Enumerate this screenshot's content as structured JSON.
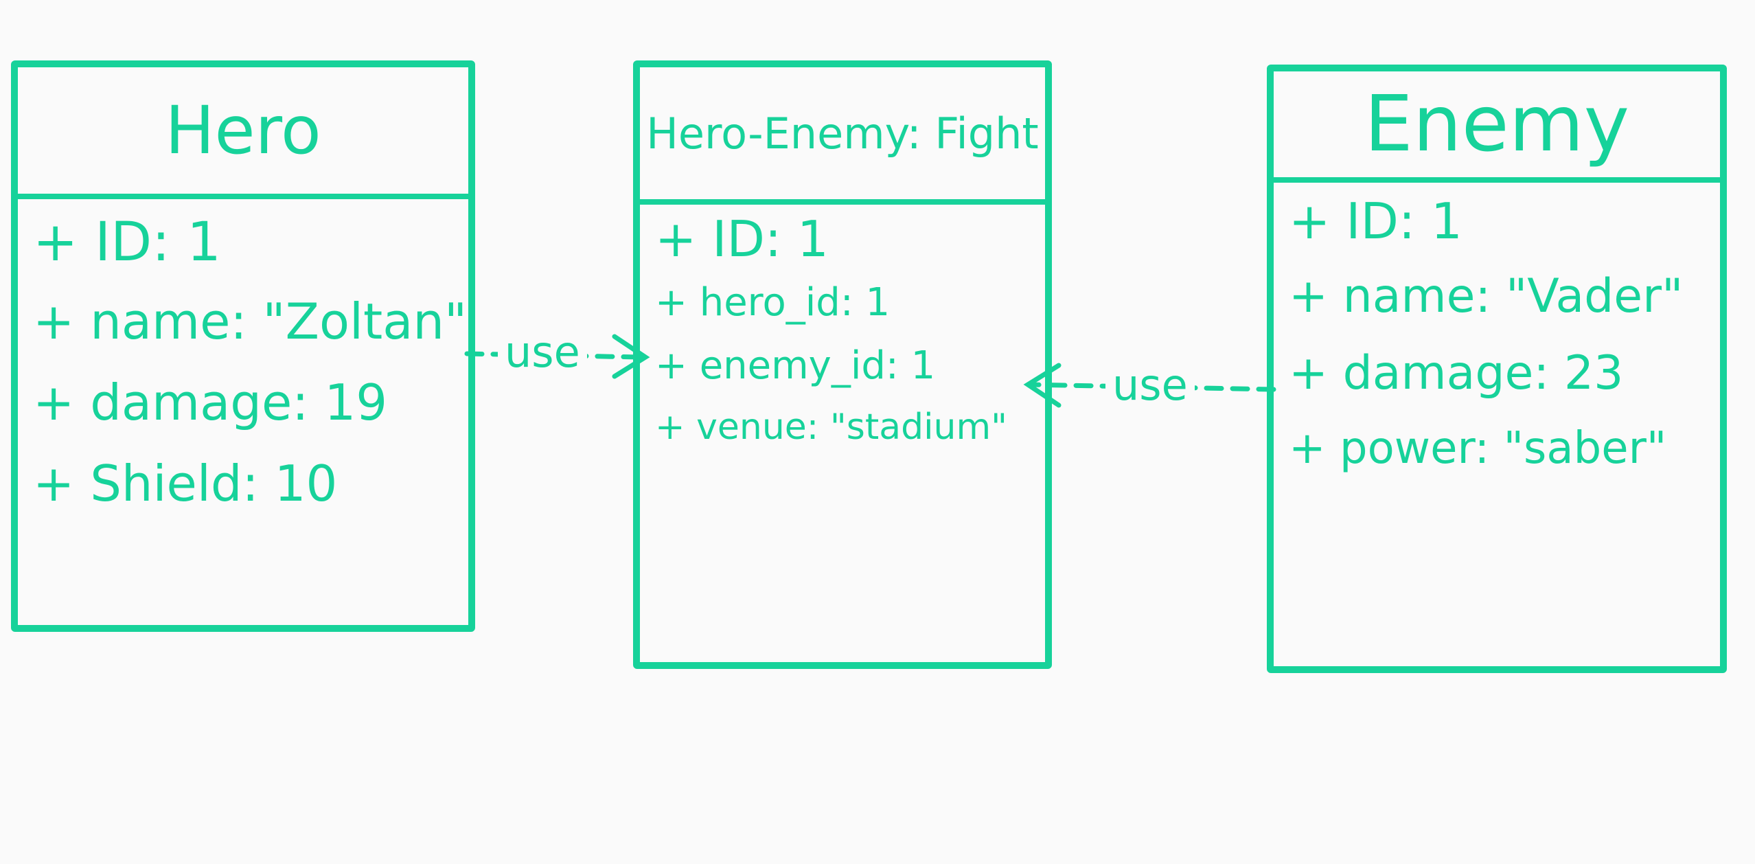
{
  "colors": {
    "marker": "#17d29a",
    "board": "#fafafa"
  },
  "classes": [
    {
      "name": "Hero",
      "attributes": [
        "+ ID: 1",
        "+ name: \"Zoltan\"",
        "+ damage: 19",
        "+ Shield: 10"
      ]
    },
    {
      "name": "Hero-Enemy: Fight",
      "attributes": [
        "+ ID: 1",
        "+ hero_id: 1",
        "+ enemy_id: 1",
        "+ venue: \"stadium\""
      ]
    },
    {
      "name": "Enemy",
      "attributes": [
        "+ ID: 1",
        "+ name: \"Vader\"",
        "+ damage: 23",
        "+ power: \"saber\""
      ]
    }
  ],
  "relations": [
    {
      "label": "use",
      "from": "Hero",
      "to": "Hero-Enemy: Fight"
    },
    {
      "label": "use",
      "from": "Enemy",
      "to": "Hero-Enemy: Fight"
    }
  ]
}
